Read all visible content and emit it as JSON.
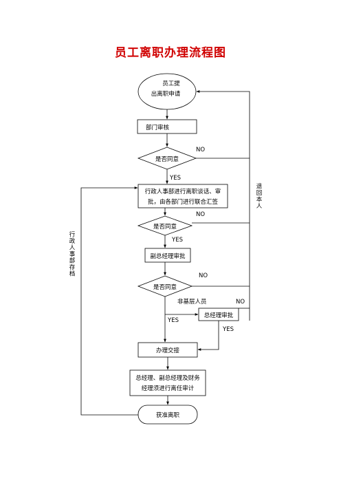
{
  "title": "员工离职办理流程图",
  "nodes": {
    "start_line1": "员工提",
    "start_line2": "出离职申请",
    "dept_review": "部门审核",
    "agree": "是否同意",
    "hr_line1": "行政人事部进行离职谈话、审",
    "hr_line2": "批，由各部门进行联合汇签",
    "vp_approval": "副总经理审批",
    "gm_approval": "总经理审批",
    "handover": "办理交接",
    "audit_line1": "总经理、副总经理及财务",
    "audit_line2": "经理须进行离任审计",
    "end": "获准离职"
  },
  "labels": {
    "yes": "YES",
    "no": "NO",
    "non_base_staff": "非基层人员",
    "return_to_employee": "退回本人",
    "hr_archive": "行政人事部存档"
  }
}
